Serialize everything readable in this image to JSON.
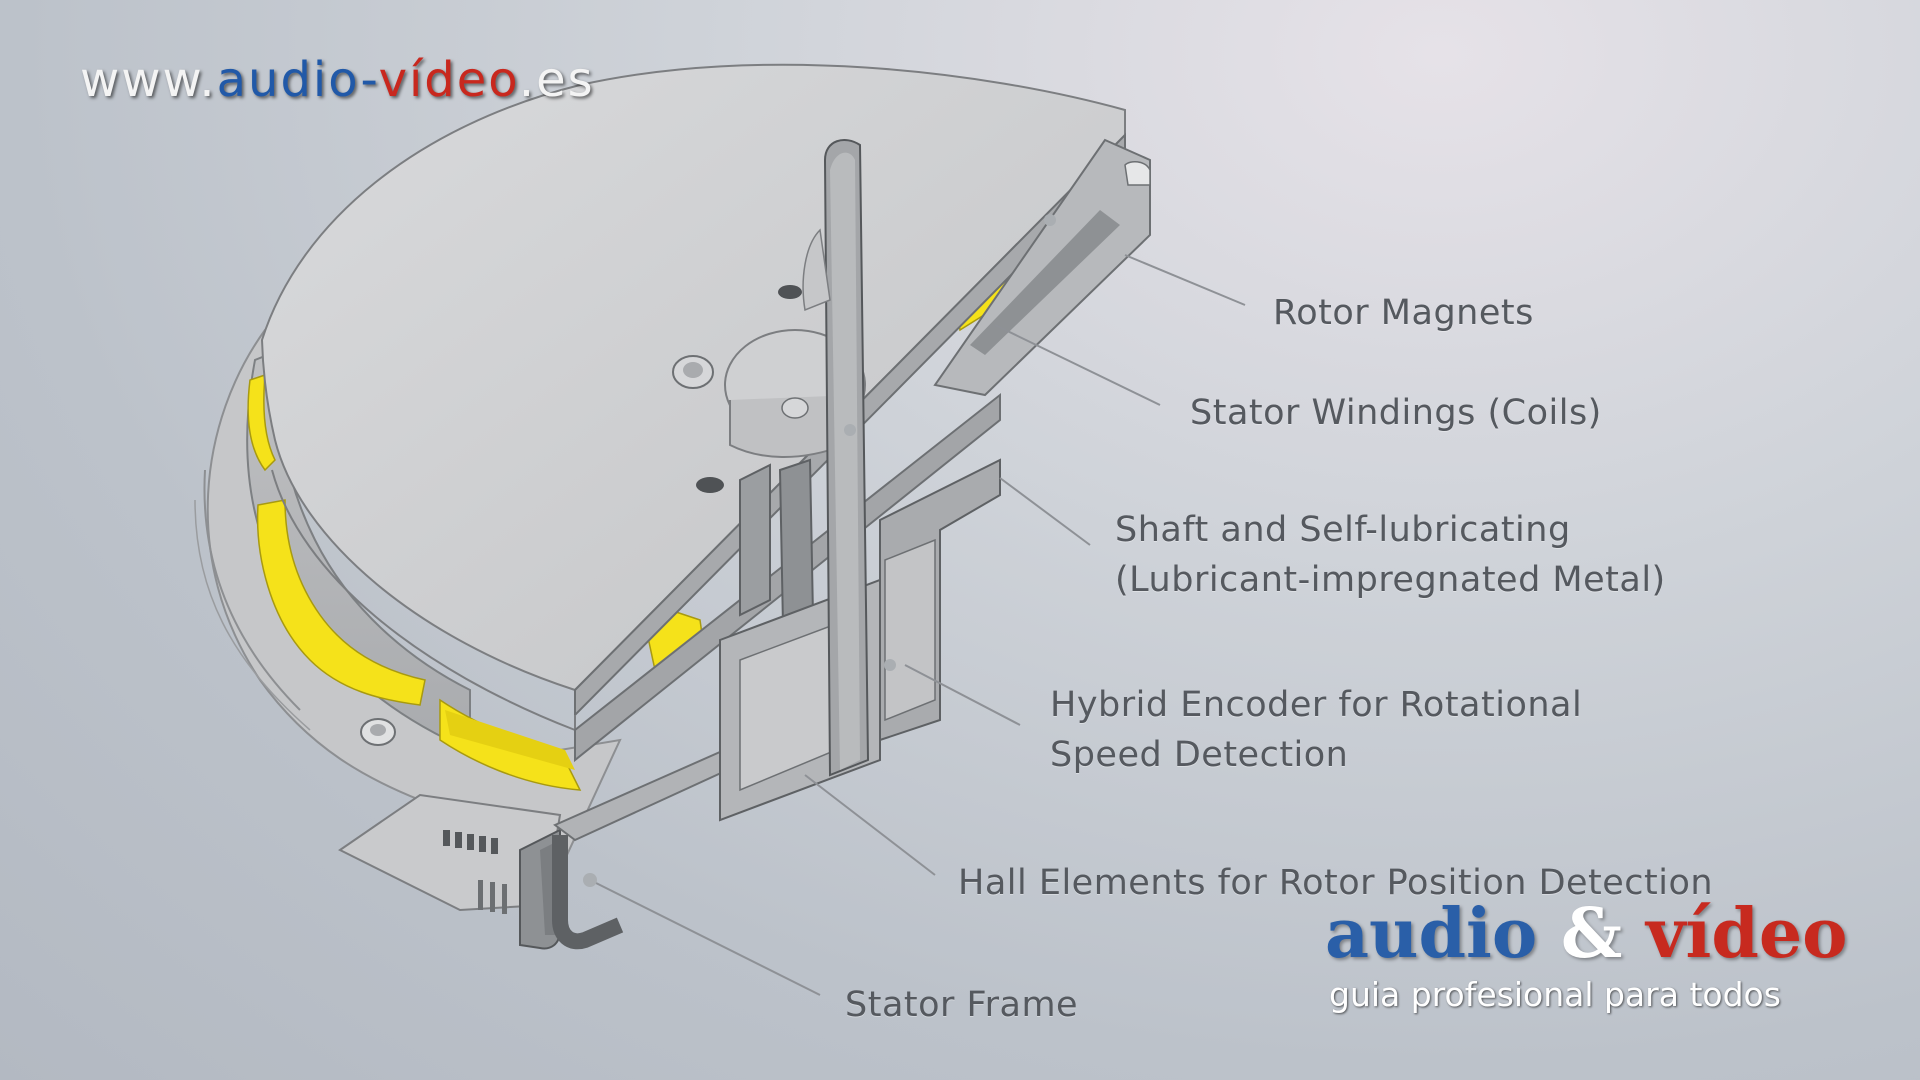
{
  "watermark": {
    "prefix": "www.",
    "audio": "audio-",
    "video": "vídeo",
    "suffix": ".es"
  },
  "labels": {
    "rotor_magnets": "Rotor Magnets",
    "stator_windings": "Stator Windings (Coils)",
    "shaft_line1": "Shaft and Self-lubricating",
    "shaft_line2": "(Lubricant-impregnated Metal)",
    "encoder_line1": "Hybrid Encoder for Rotational",
    "encoder_line2": "Speed Detection",
    "hall_elements": "Hall Elements for Rotor Position Detection",
    "stator_frame": "Stator Frame"
  },
  "brand": {
    "audio": "audio",
    "amp": "&",
    "video": "vídeo",
    "tagline": "guia profesional para todos"
  },
  "colors": {
    "magnet_yellow": "#f5e21a",
    "body_gray": "#c8c9cb",
    "dark_gray": "#6f7275",
    "label_text": "#55595f",
    "brand_blue": "#2a5fa8",
    "brand_red": "#c72a1f"
  }
}
